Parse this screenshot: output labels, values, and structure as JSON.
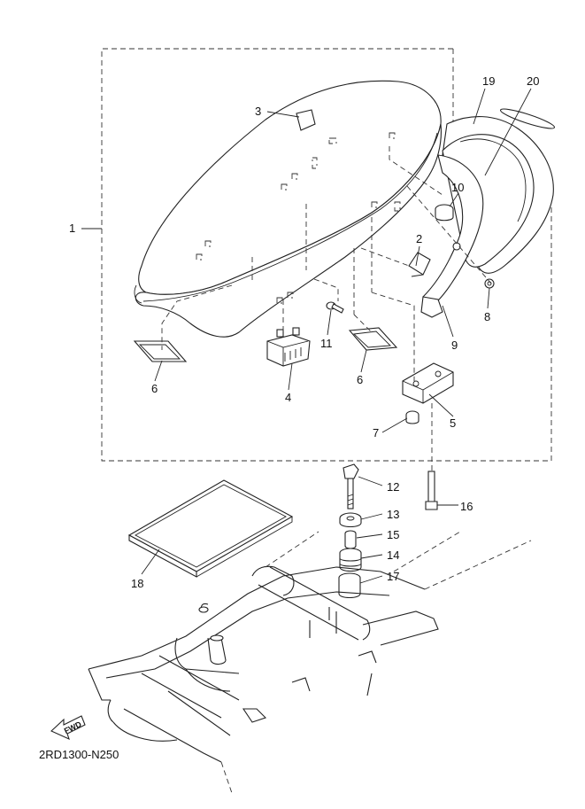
{
  "diagram": {
    "code": "2RD1300-N250",
    "fwd_label": "FWD",
    "callouts": [
      "1",
      "2",
      "3",
      "4",
      "5",
      "6",
      "6",
      "7",
      "8",
      "9",
      "10",
      "11",
      "12",
      "13",
      "14",
      "15",
      "16",
      "17",
      "18",
      "19",
      "20"
    ]
  }
}
